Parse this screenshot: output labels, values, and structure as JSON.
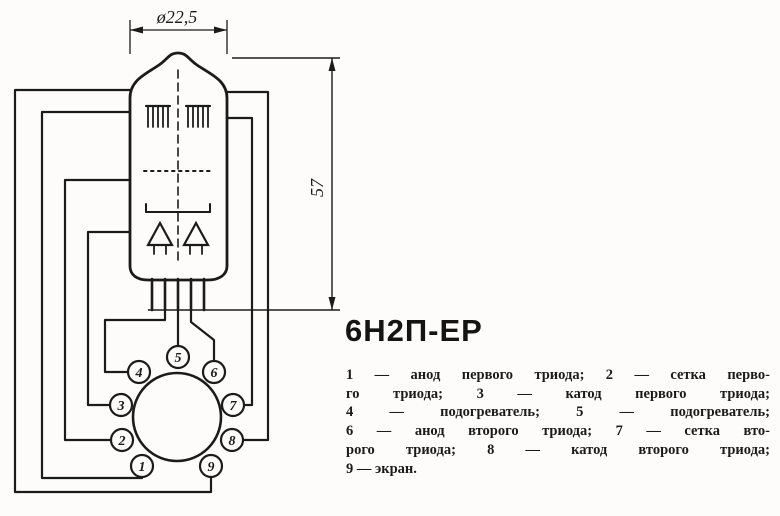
{
  "figure": {
    "title": "6Н2П-ЕР",
    "kind": "vacuum-tube-outline-and-basing-diagram"
  },
  "dimensions": {
    "diameter_label": "ø22,5",
    "height_label": "57"
  },
  "socket": {
    "pin_labels": [
      "1",
      "2",
      "3",
      "4",
      "5",
      "6",
      "7",
      "8",
      "9"
    ]
  },
  "legend": {
    "lines": [
      "1 — анод первого триода; 2 — сетка перво-",
      "го триода; 3 — катод первого триода;",
      "4 — подогреватель; 5 — подогреватель;",
      "6 — анод второго триода; 7 — сетка вто-",
      "рого триода; 8 — катод второго триода;",
      "9 — экран."
    ]
  },
  "colors": {
    "ink": "#1b1b1b",
    "paper": "#fdfcfa"
  }
}
